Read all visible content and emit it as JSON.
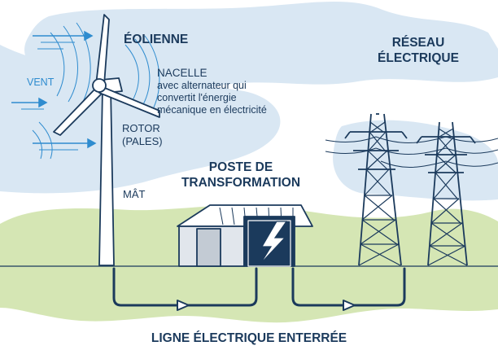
{
  "labels": {
    "eolienne": "ÉOLIENNE",
    "reseau_line1": "RÉSEAU",
    "reseau_line2": "ÉLECTRIQUE",
    "vent": "VENT",
    "nacelle_title": "NACELLE",
    "nacelle_line1": "avec alternateur qui",
    "nacelle_line2": "convertit l'énergie",
    "nacelle_line3": "mécanique en électricité",
    "rotor": "ROTOR",
    "pales": "(PALES)",
    "mat": "MÂT",
    "poste_line1": "POSTE DE",
    "poste_line2": "TRANSFORMATION",
    "ligne": "LIGNE ÉLECTRIQUE ENTERRÉE"
  },
  "icons": [
    "wind-arrow-icon",
    "lightning-bolt-icon",
    "flow-arrow-icon"
  ],
  "colors": {
    "navy": "#1b3a5c",
    "wind_blue": "#2f8ccf",
    "sky_blob": "#d9e7f3",
    "grass": "#d5e6b4",
    "building_wall": "#e1e6ec"
  }
}
